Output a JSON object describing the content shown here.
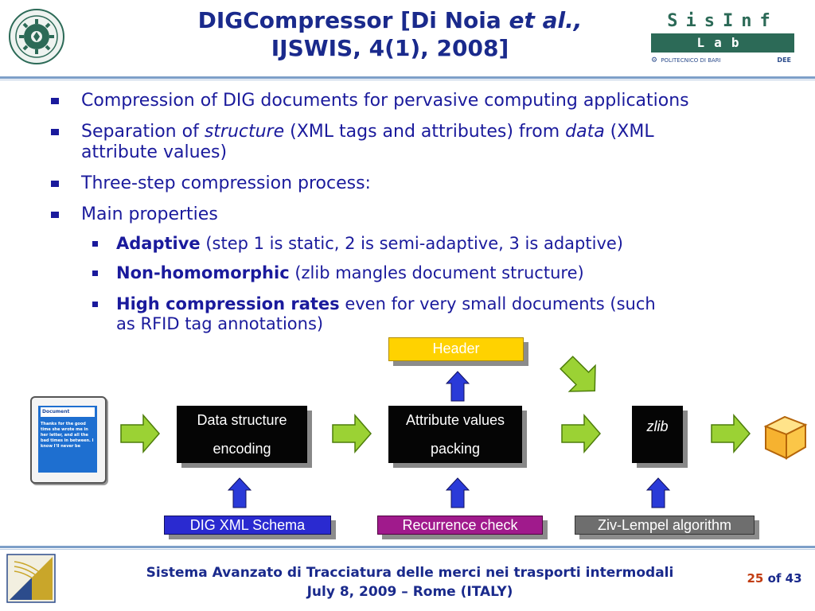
{
  "slide": {
    "title_part1": "DIGCompressor [Di Noia ",
    "title_italic": "et al.,",
    "title_line2": "IJSWIS, 4(1), 2008]",
    "logo_right": {
      "row1": "SisInf",
      "row2": "Lab",
      "row3_left": "POLITECNICO DI BARI",
      "row3_right": "DEE"
    },
    "bullets": [
      {
        "text": "Compression of DIG documents for pervasive computing applications"
      },
      {
        "pre": "Separation of ",
        "em1": "structure",
        "mid": " (XML tags and attributes) from ",
        "em2": "data",
        "post": " (XML",
        "line2": "attribute values)"
      },
      {
        "text": "Three-step compression process:"
      },
      {
        "text": "Main properties"
      }
    ],
    "sub_bullets": [
      {
        "bold": "Adaptive",
        "rest": " (step 1 is static, 2 is semi-adaptive, 3 is adaptive)"
      },
      {
        "bold": "Non-homomorphic",
        "rest": " (zlib mangles document structure)"
      },
      {
        "bold": "High compression rates",
        "rest": " even for very small documents (such",
        "line2": "as RFID tag annotations)"
      }
    ],
    "diagram": {
      "document_card": {
        "title": "Document",
        "body": "Thanks for the good time she wrote me in her letter, and all the bad times in between. I know I'll never be"
      },
      "header_label": "Header",
      "step1": {
        "line1": "Data structure",
        "line2": "encoding"
      },
      "step2": {
        "line1": "Attribute values",
        "line2": "packing"
      },
      "step3": {
        "label": "zlib"
      },
      "input1": "DIG XML Schema",
      "input2": "Recurrence check",
      "input3": "Ziv-Lempel algorithm"
    },
    "footer": {
      "line1": "Sistema Avanzato di Tracciatura delle merci nei trasporti intermodali",
      "line2": "July 8, 2009 – Rome (ITALY)",
      "page_current": "25",
      "page_sep": " of ",
      "page_total": "43"
    },
    "colors": {
      "title": "#1a2a8c",
      "bullet_text": "#1a1a9c",
      "arrow_green": "#9bd234",
      "arrow_blue": "#2a3ad8",
      "header_box": "#ffd200",
      "schema_box": "#2a2ad0",
      "recurrence_box": "#a01a8c",
      "ziv_box": "#6e6e6e",
      "sisinf": "#2c6a57"
    }
  }
}
